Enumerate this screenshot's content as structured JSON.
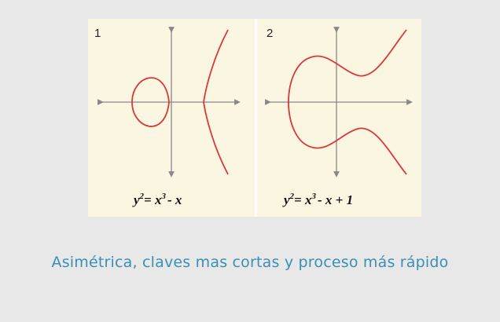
{
  "figure": {
    "panels": [
      {
        "number": "1",
        "equation": {
          "lhs": "y",
          "lhs_exp": "2",
          "mid": "= x",
          "mid_exp": "3",
          "rest": "- x"
        }
      },
      {
        "number": "2",
        "equation": {
          "lhs": "y",
          "lhs_exp": "2",
          "mid": "= x",
          "mid_exp": "3",
          "rest": "- x + 1"
        }
      }
    ],
    "curve_color": "#d93838",
    "axis_color": "#888888"
  },
  "caption": "Asimétrica, claves mas cortas y proceso más rápido"
}
